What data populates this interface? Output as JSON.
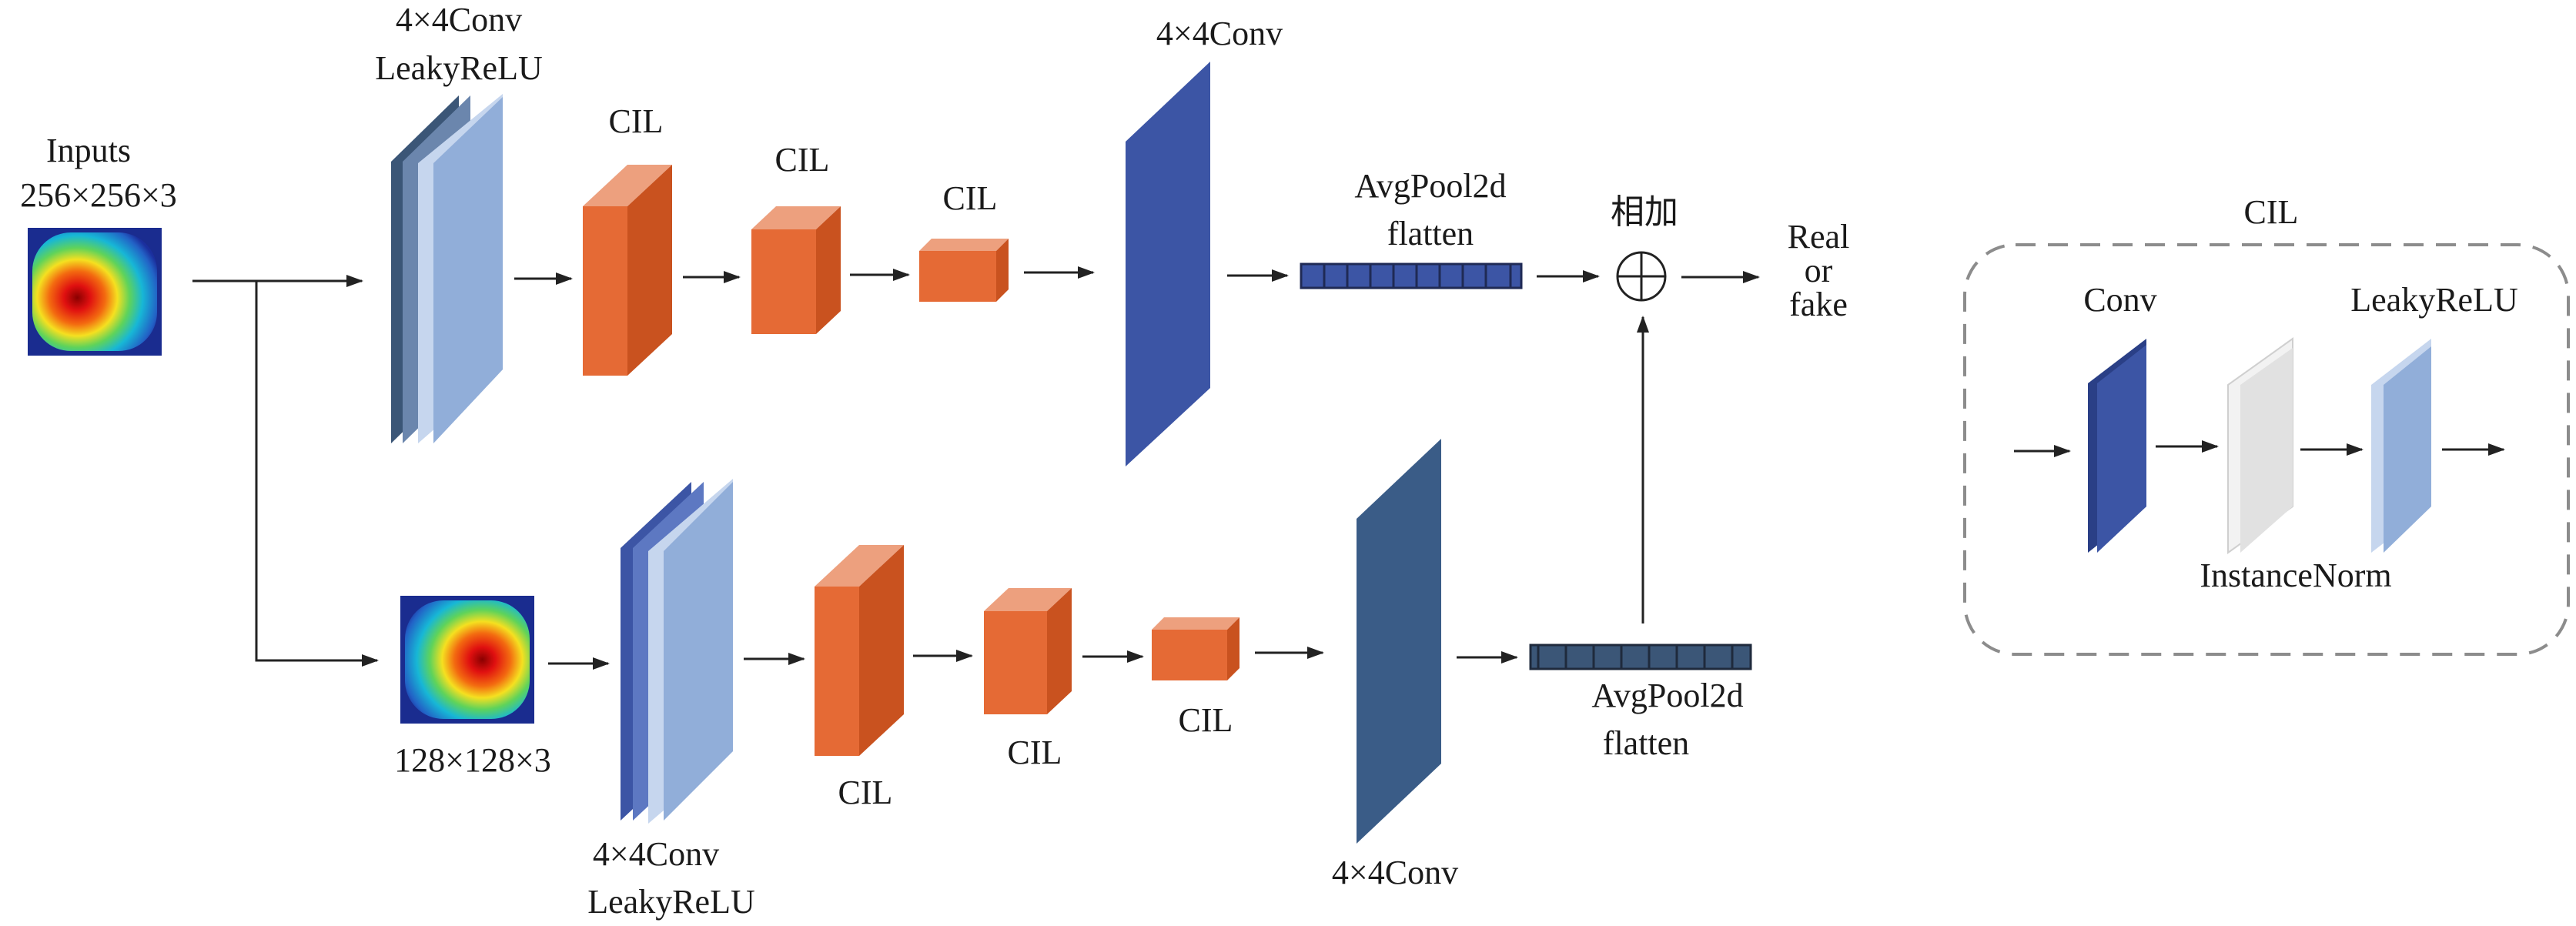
{
  "colors": {
    "orange_front": "#E56A35",
    "orange_side": "#C9521F",
    "orange_top": "#EDA07E",
    "navy_front": "#3C55A5",
    "navy_side": "#2A3F86",
    "steel_front": "#3B5677",
    "steel_side": "#2A4260",
    "light_blue": "#91AED9",
    "pale_blue": "#C6D6EE",
    "dark_slate": "#3A5C87",
    "grey_front": "#E1E1E1",
    "grey_side": "#F2F2F2",
    "arrow": "#222222",
    "dashed_border": "#8C8C8C"
  },
  "top_branch": {
    "input_title": "Inputs",
    "input_size": "256×256×3",
    "conv_label_line1": "4×4Conv",
    "conv_label_line2": "LeakyReLU",
    "cil_1": "CIL",
    "cil_2": "CIL",
    "cil_3": "CIL",
    "final_conv": "4×4Conv",
    "pool_line1": "AvgPool2d",
    "pool_line2": "flatten"
  },
  "bottom_branch": {
    "input_size": "128×128×3",
    "conv_label_line1": "4×4Conv",
    "conv_label_line2": "LeakyReLU",
    "cil_1": "CIL",
    "cil_2": "CIL",
    "cil_3": "CIL",
    "final_conv": "4×4Conv",
    "pool_line1": "AvgPool2d",
    "pool_line2": "flatten"
  },
  "merge": {
    "label": "相加",
    "symbol": "⊕"
  },
  "output": {
    "line1": "Real",
    "line2": "or",
    "line3": "fake"
  },
  "legend": {
    "title": "CIL",
    "conv": "Conv",
    "leaky": "LeakyReLU",
    "norm": "InstanceNorm"
  }
}
